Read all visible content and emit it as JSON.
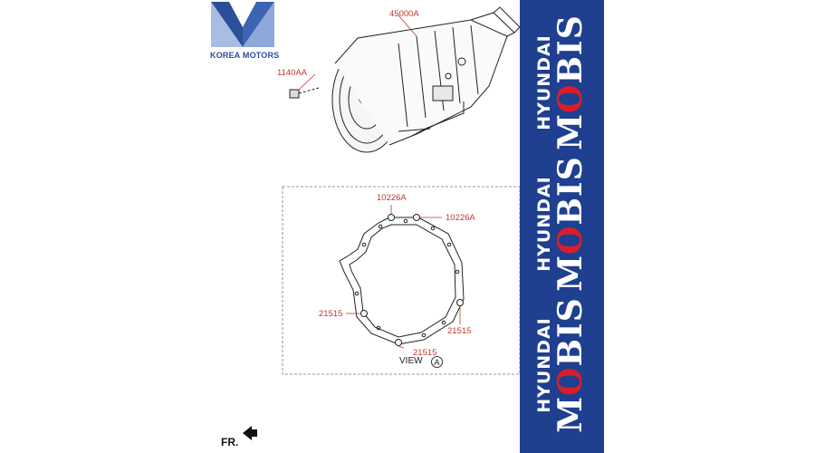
{
  "logo": {
    "text": "KOREA MOTORS",
    "colors": {
      "dark": "#2b4f9a",
      "light": "#a9bde3"
    }
  },
  "callouts": {
    "transmission": "45000A",
    "bolt": "1140AA",
    "dowel_top_left": "10226A",
    "dowel_top_right": "10226A",
    "seal_left": "21515",
    "seal_right": "21515",
    "seal_bottom": "21515"
  },
  "view": {
    "label": "VIEW",
    "marker": "A"
  },
  "orientation": {
    "label": "FR."
  },
  "banner": {
    "background": "#1f3f8f",
    "brands": [
      {
        "top": "HYUNDAI",
        "main_before": "M",
        "main_accent": "O",
        "main_after": "BIS"
      },
      {
        "top": "HYUNDAI",
        "main_before": "M",
        "main_accent": "O",
        "main_after": "BIS"
      },
      {
        "top": "HYUNDAI",
        "main_before": "M",
        "main_accent": "O",
        "main_after": "BIS"
      }
    ],
    "accent_color": "#d91e2a"
  }
}
